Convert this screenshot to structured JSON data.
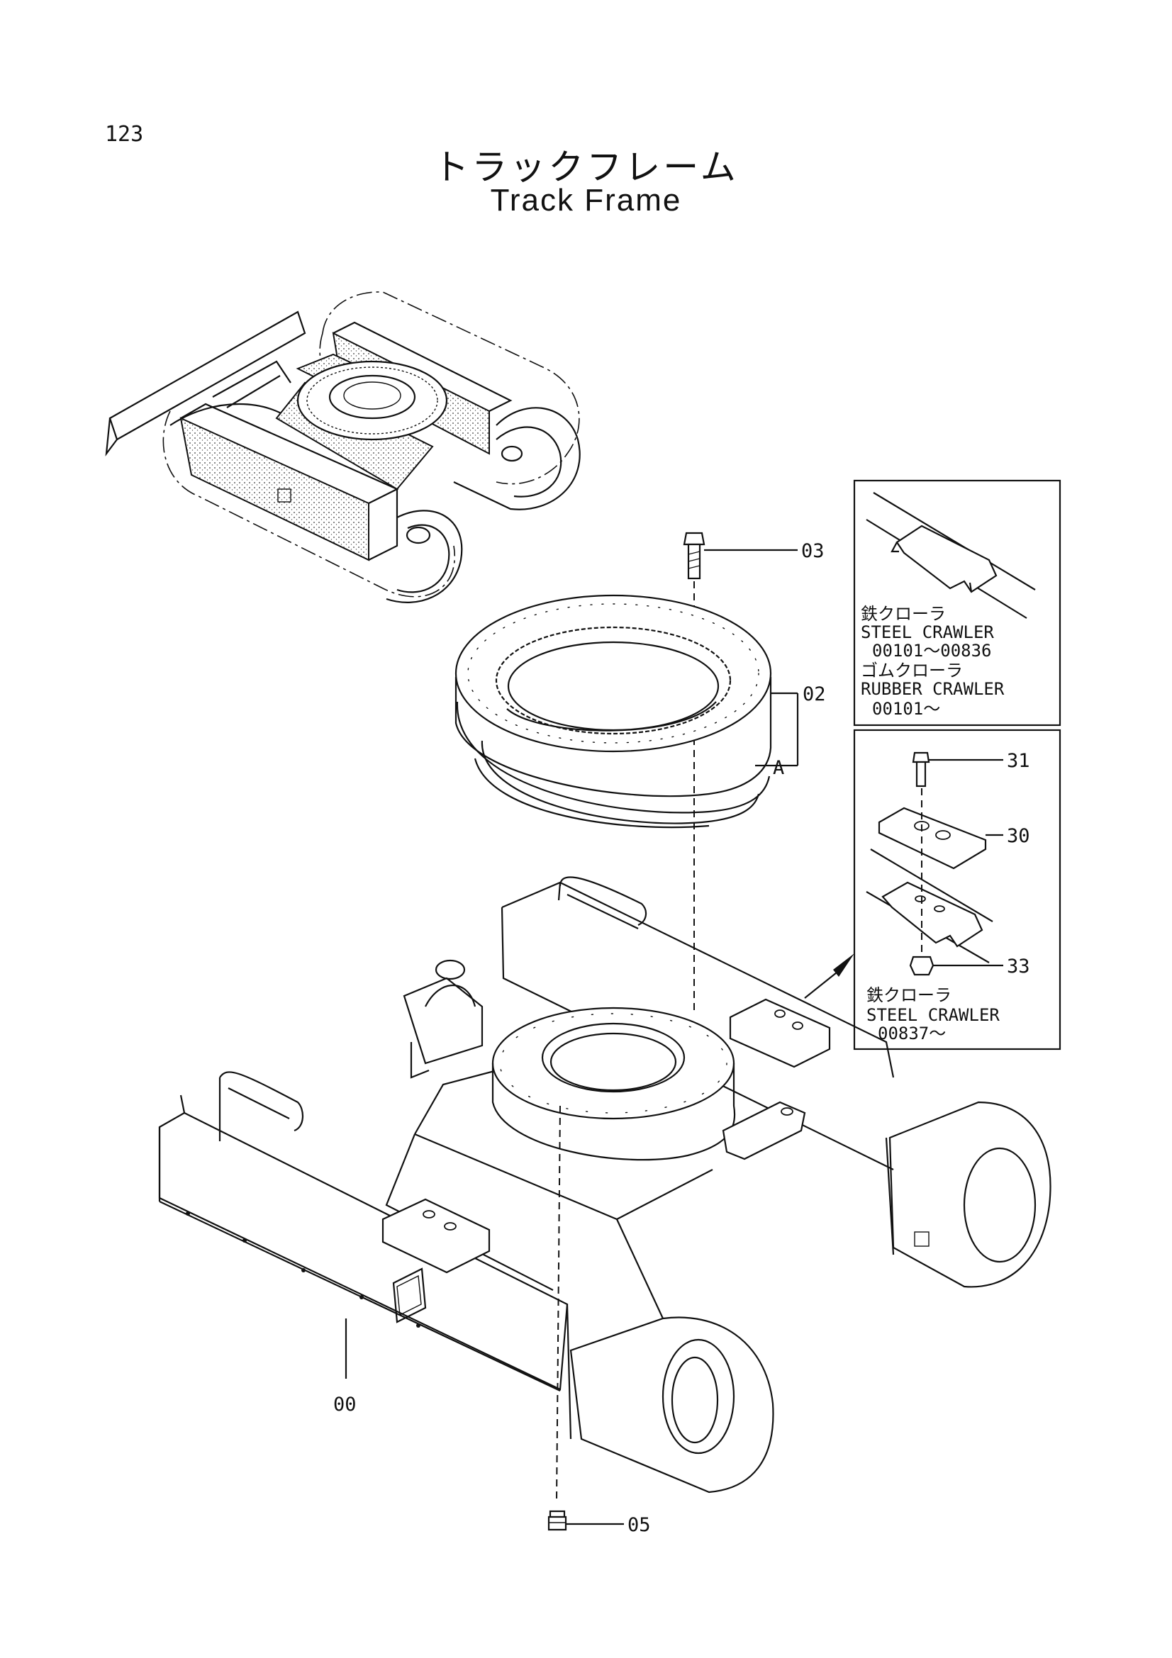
{
  "page": {
    "number": "123",
    "title_ja": "トラックフレーム",
    "title_en": "Track Frame"
  },
  "callouts": {
    "bolt_top": "03",
    "swing_bearing": "02",
    "bearing_detail": "A",
    "track_frame": "00",
    "grease_fitting": "05",
    "guard_bolt": "31",
    "guard_plate": "30",
    "guard_nut": "33"
  },
  "detail_box_upper": {
    "line1": "鉄クローラ",
    "line2": "STEEL CRAWLER",
    "line3": "00101～00836",
    "line4": "ゴムクローラ",
    "line5": "RUBBER CRAWLER",
    "line6": "00101～"
  },
  "detail_box_lower": {
    "line1": "鉄クローラ",
    "line2": "STEEL CRAWLER",
    "line3": "00837～"
  }
}
